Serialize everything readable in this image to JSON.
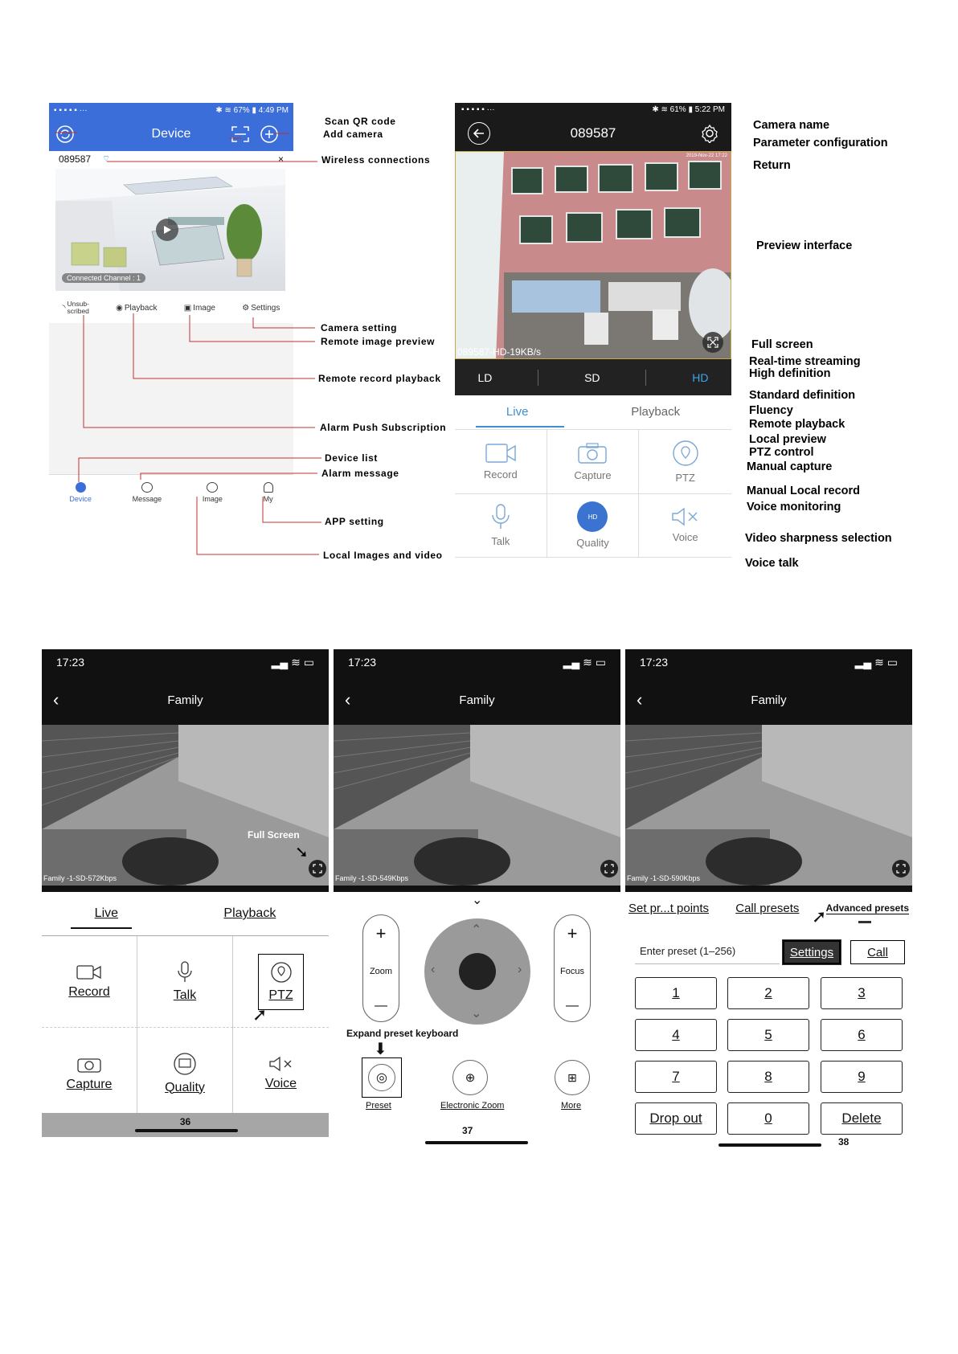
{
  "top_left_phone": {
    "status_left": "▪ ▪ ▪ ▪ ▪ ···",
    "status_right": "✱ ≋ 67% ▮ 4:49 PM",
    "header_title": "Device",
    "device_id": "089587",
    "close_glyph": "×",
    "preview_status": "Connected  Channel : 1",
    "actions": {
      "unsub": "Unsub-\nscribed",
      "playback": "Playback",
      "image": "Image",
      "settings": "Settings"
    },
    "tabs": {
      "device": "Device",
      "message": "Message",
      "image": "Image",
      "my": "My"
    }
  },
  "top_left_annotations": {
    "scan_qr": "Scan QR code",
    "add_camera": "Add camera",
    "wireless": "Wireless connections",
    "camera_setting": "Camera setting",
    "remote_image": "Remote image preview",
    "remote_record": "Remote record playback",
    "alarm_push": "Alarm Push Subscription",
    "device_list": "Device list",
    "alarm_message": "Alarm message",
    "app_setting": "APP setting",
    "local_images": "Local Images and video"
  },
  "top_right_phone": {
    "status_left": "▪ ▪ ▪ ▪ ▪ ···",
    "status_right": "✱ ≋ 61% ▮ 5:22 PM",
    "camera_name": "089587",
    "timestamp": "2019-Nov-22 17:22",
    "stream_label": "089587-HD-19KB/s",
    "res": {
      "ld": "LD",
      "sd": "SD",
      "hd": "HD"
    },
    "tab_live": "Live",
    "tab_playback": "Playback",
    "grid": {
      "record": "Record",
      "capture": "Capture",
      "ptz": "PTZ",
      "talk": "Talk",
      "quality": "Quality",
      "voice": "Voice"
    },
    "quality_badge": "HD"
  },
  "top_right_annotations": {
    "camera_name": "Camera name",
    "param_config": "Parameter configuration",
    "return": "Return",
    "preview": "Preview interface",
    "full_screen": "Full screen",
    "realtime": "Real-time streaming",
    "high_def": "High definition",
    "std_def": "Standard definition",
    "fluency": "Fluency",
    "remote_playback": "Remote playback",
    "local_preview": "Local preview",
    "ptz_control": "PTZ control",
    "manual_capture": "Manual capture",
    "manual_record": "Manual Local record",
    "voice_monitor": "Voice monitoring",
    "sharpness": "Video sharpness selection",
    "voice_talk": "Voice talk"
  },
  "bottom": {
    "time1": "17:23",
    "time2": "17:23",
    "time3": "17:23",
    "title": "Family",
    "stream1": "Family -1-SD-572Kbps",
    "stream2": "Family -1-SD-549Kbps",
    "stream3": "Family -1-SD-590Kbps",
    "full_screen_ann": "Full Screen",
    "p1": {
      "live": "Live",
      "playback": "Playback",
      "record": "Record",
      "talk": "Talk",
      "ptz": "PTZ",
      "capture": "Capture",
      "quality": "Quality",
      "voice": "Voice",
      "page": "36"
    },
    "p2": {
      "zoom": "Zoom",
      "focus": "Focus",
      "plus": "+",
      "minus": "—",
      "expand_ann": "Expand preset keyboard",
      "preset": "Preset",
      "ezoom": "Electronic Zoom",
      "more": "More",
      "page": "37"
    },
    "p3": {
      "tab_set": "Set pr...t points",
      "tab_call": "Call presets",
      "tab_adv": "Advanced presets",
      "input_placeholder": "Enter preset (1–256)",
      "settings": "Settings",
      "call": "Call",
      "keys": [
        "1",
        "2",
        "3",
        "4",
        "5",
        "6",
        "7",
        "8",
        "9",
        "Drop out",
        "0",
        "Delete"
      ],
      "page": "38"
    }
  }
}
